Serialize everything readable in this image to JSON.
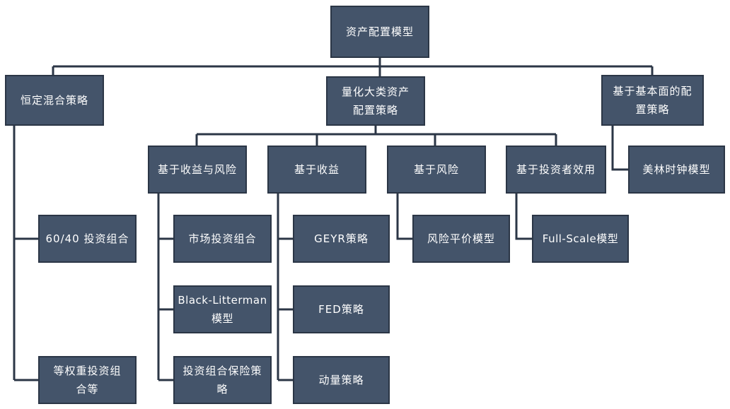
{
  "root": {
    "label": "资产配置模型"
  },
  "categories": [
    {
      "label": "恒定混合策略"
    },
    {
      "label": "量化大类资产配置策略"
    },
    {
      "label": "基于基本面的配置策略"
    }
  ],
  "constant_mix": {
    "items": [
      {
        "label": "60/40 投资组合"
      },
      {
        "label": "等权重投资组合等"
      }
    ]
  },
  "quant": {
    "groups": [
      {
        "label": "基于收益与风险",
        "items": [
          {
            "label": "市场投资组合"
          },
          {
            "label": "Black-Litterman模型"
          },
          {
            "label": "投资组合保险策略"
          }
        ]
      },
      {
        "label": "基于收益",
        "items": [
          {
            "label": "GEYR策略"
          },
          {
            "label": "FED策略"
          },
          {
            "label": "动量策略"
          }
        ]
      },
      {
        "label": "基于风险",
        "items": [
          {
            "label": "风险平价模型"
          }
        ]
      },
      {
        "label": "基于投资者效用",
        "items": [
          {
            "label": "Full-Scale模型"
          }
        ]
      }
    ]
  },
  "fundamental": {
    "items": [
      {
        "label": "美林时钟模型"
      }
    ]
  },
  "colors": {
    "box": "#44546a",
    "box_border": "#2b3646",
    "line": "#2b3646",
    "text": "#ffffff"
  }
}
